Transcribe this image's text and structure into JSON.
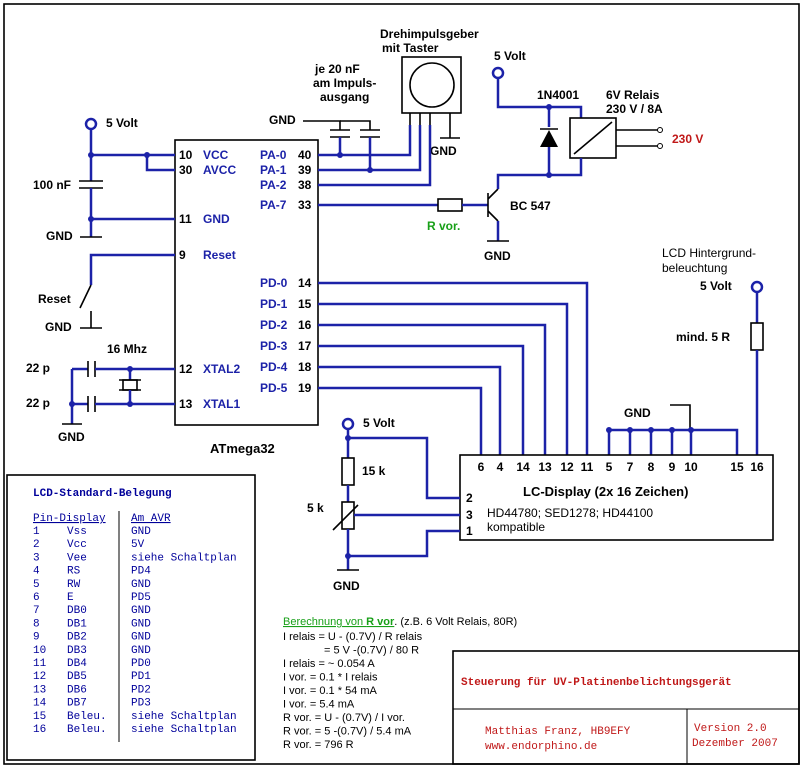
{
  "mcu": {
    "name": "ATmega32",
    "left_pins": [
      {
        "num": "10",
        "name": "VCC"
      },
      {
        "num": "30",
        "name": "AVCC"
      },
      {
        "num": "11",
        "name": "GND"
      },
      {
        "num": "9",
        "name": "Reset"
      },
      {
        "num": "12",
        "name": "XTAL2"
      },
      {
        "num": "13",
        "name": "XTAL1"
      }
    ],
    "right_pins": [
      {
        "num": "40",
        "name": "PA-0"
      },
      {
        "num": "39",
        "name": "PA-1"
      },
      {
        "num": "38",
        "name": "PA-2"
      },
      {
        "num": "33",
        "name": "PA-7"
      },
      {
        "num": "14",
        "name": "PD-0"
      },
      {
        "num": "15",
        "name": "PD-1"
      },
      {
        "num": "16",
        "name": "PD-2"
      },
      {
        "num": "17",
        "name": "PD-3"
      },
      {
        "num": "18",
        "name": "PD-4"
      },
      {
        "num": "19",
        "name": "PD-5"
      }
    ]
  },
  "labels": {
    "v5_a": "5 Volt",
    "v5_b": "5 Volt",
    "v5_c": "5 Volt",
    "v5_d": "5 Volt",
    "gnd_a": "GND",
    "gnd_b": "GND",
    "gnd_c": "GND",
    "gnd_d": "GND",
    "gnd_e": "GND",
    "gnd_f": "GND",
    "gnd_g": "GND",
    "gnd_h": "GND",
    "cap100": "100 nF",
    "reset": "Reset",
    "crystal": "16 Mhz",
    "c22a": "22 p",
    "c22b": "22 p",
    "encoder1": "Drehimpulsgeber",
    "encoder2": "mit Taster",
    "cap20a": "je 20 nF",
    "cap20b": "am Impuls-",
    "cap20c": "ausgang",
    "diode": "1N4001",
    "relay1": "6V Relais",
    "relay2": "230 V / 8A",
    "mains": "230 V",
    "transistor": "BC 547",
    "rvor": "R vor.",
    "backlight1": "LCD Hintergrund-",
    "backlight2": "beleuchtung",
    "rmin": "mind. 5 R",
    "r15k": "15 k",
    "pot5k": "5 k"
  },
  "lcd": {
    "title": "LC-Display  (2x 16 Zeichen)",
    "sub1": "HD44780; SED1278; HD44100",
    "sub2": "kompatible",
    "top_pins": [
      "6",
      "4",
      "14",
      "13",
      "12",
      "11",
      "5",
      "7",
      "8",
      "9",
      "10",
      "15",
      "16"
    ],
    "left_pins": [
      "2",
      "3",
      "1"
    ]
  },
  "table": {
    "title": "LCD-Standard-Belegung",
    "h1": "Pin-Display",
    "h2": "Am AVR",
    "rows": [
      [
        "1",
        "Vss",
        "GND"
      ],
      [
        "2",
        "Vcc",
        "5V"
      ],
      [
        "3",
        "Vee",
        "siehe Schaltplan"
      ],
      [
        "4",
        "RS",
        "PD4"
      ],
      [
        "5",
        "RW",
        "GND"
      ],
      [
        "6",
        "E",
        "PD5"
      ],
      [
        "7",
        "DB0",
        "GND"
      ],
      [
        "8",
        "DB1",
        "GND"
      ],
      [
        "9",
        "DB2",
        "GND"
      ],
      [
        "10",
        "DB3",
        "GND"
      ],
      [
        "11",
        "DB4",
        "PD0"
      ],
      [
        "12",
        "DB5",
        "PD1"
      ],
      [
        "13",
        "DB6",
        "PD2"
      ],
      [
        "14",
        "DB7",
        "PD3"
      ],
      [
        "15",
        "Beleu.",
        "siehe Schaltplan"
      ],
      [
        "16",
        "Beleu.",
        "siehe Schaltplan"
      ]
    ]
  },
  "calc": {
    "head": "Berechnung von ",
    "head_r": "R vor",
    "head_tail": ". (z.B. 6 Volt Relais, 80R)",
    "lines": [
      "I relais = U - (0.7V) / R relais",
      "= 5 V -(0.7V) / 80 R",
      "I relais = ~ 0.054 A",
      "I vor. = 0.1 * I relais",
      "I vor. = 0.1 * 54 mA",
      "I vor. = 5.4 mA",
      "R vor. = U - (0.7V) / I vor.",
      "R vor. = 5 -(0.7V) / 5.4 mA",
      "R vor. = 796 R"
    ]
  },
  "titleblock": {
    "title": "Steuerung für UV-Platinenbelichtungsgerät",
    "author": "Matthias Franz,  HB9EFY",
    "url": "www.endorphino.de",
    "version": "Version 2.0",
    "date": "Dezember 2007"
  }
}
